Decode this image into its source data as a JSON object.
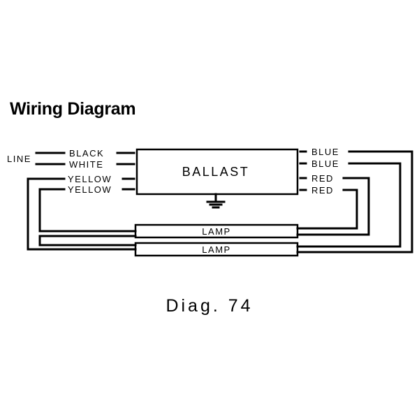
{
  "title": "Wiring Diagram",
  "line_label": "LINE",
  "ballast_label": "BALLAST",
  "left_wires": [
    "BLACK",
    "WHITE",
    "YELLOW",
    "YELLOW"
  ],
  "right_wires": [
    "BLUE",
    "BLUE",
    "RED",
    "RED"
  ],
  "lamps": [
    "LAMP",
    "LAMP"
  ],
  "caption": "Diag. 74",
  "colors": {
    "ink": "#000000",
    "background": "#ffffff"
  }
}
